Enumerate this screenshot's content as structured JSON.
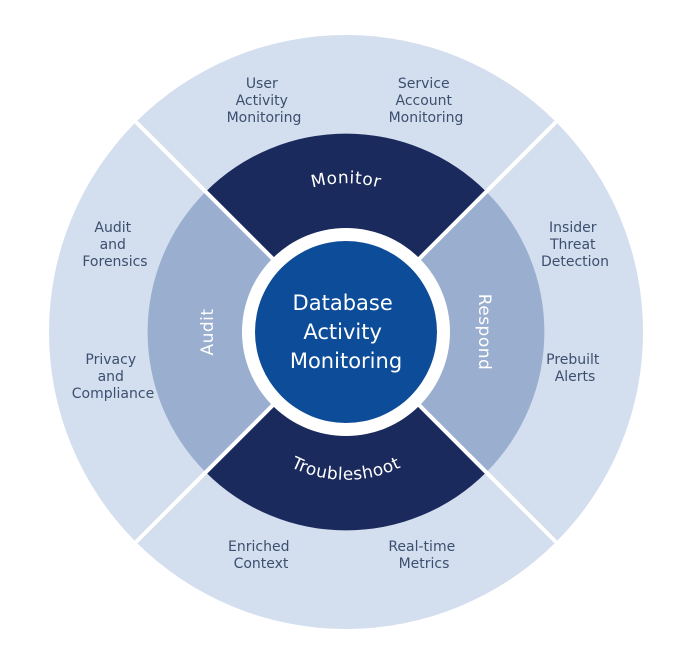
{
  "colors": {
    "outer_ring": "#d3deef",
    "divider": "#ffffff",
    "ring_dark": "#1b2a5c",
    "ring_light": "#9aaed0",
    "center": "#0d4c99",
    "outer_text": "#3d4f6e"
  },
  "center": {
    "lines": [
      "Database",
      "Activity",
      "Monitoring"
    ]
  },
  "ring": {
    "top": "Monitor",
    "right": "Respond",
    "bottom": "Troubleshoot",
    "left": "Audit"
  },
  "outer": {
    "top_left": [
      "User",
      "Activity",
      "Monitoring"
    ],
    "top_right": [
      "Service",
      "Account",
      "Monitoring"
    ],
    "right_top": [
      "Insider",
      "Threat",
      "Detection"
    ],
    "right_bottom": [
      "Prebuilt",
      "Alerts"
    ],
    "bottom_right": [
      "Real-time",
      "Metrics"
    ],
    "bottom_left": [
      "Enriched",
      "Context"
    ],
    "left_bottom": [
      "Privacy",
      "and",
      "Compliance"
    ],
    "left_top": [
      "Audit",
      "and",
      "Forensics"
    ]
  }
}
